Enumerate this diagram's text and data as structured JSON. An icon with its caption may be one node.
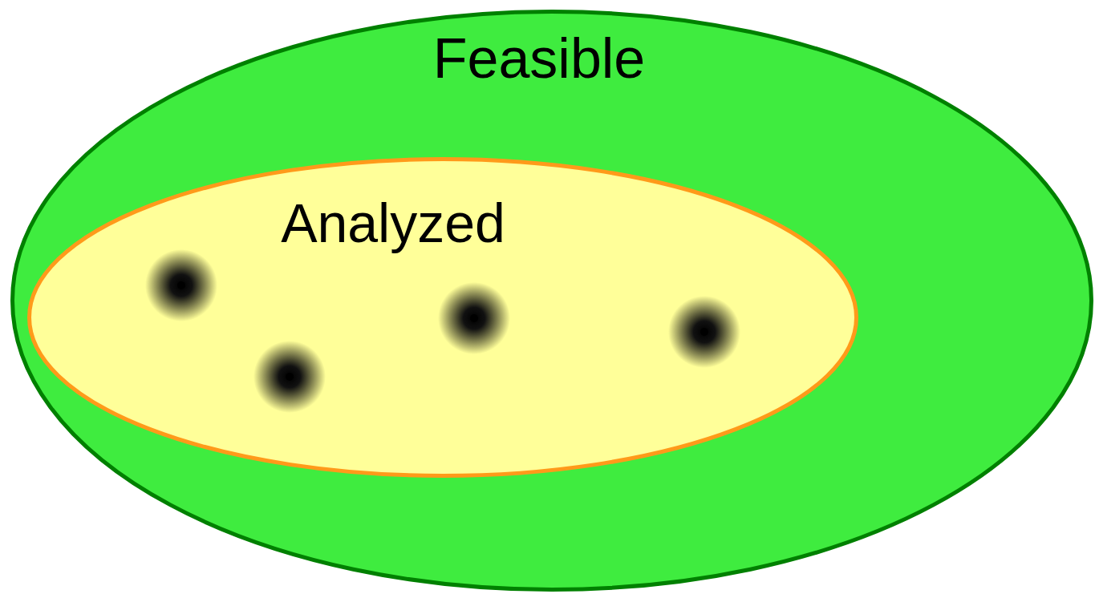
{
  "diagram": {
    "nodes": [
      {
        "text": [
          "Feasible"
        ]
      },
      {
        "text": [
          "Analyzed"
        ],
        "in": 0
      },
      {
        "text": [],
        "shape": "circle",
        "in": 1
      },
      {
        "text": [],
        "shape": "circle",
        "in": 1
      },
      {
        "text": [],
        "shape": "circle",
        "in": 1
      },
      {
        "text": [],
        "shape": "circle",
        "in": 1
      }
    ]
  }
}
